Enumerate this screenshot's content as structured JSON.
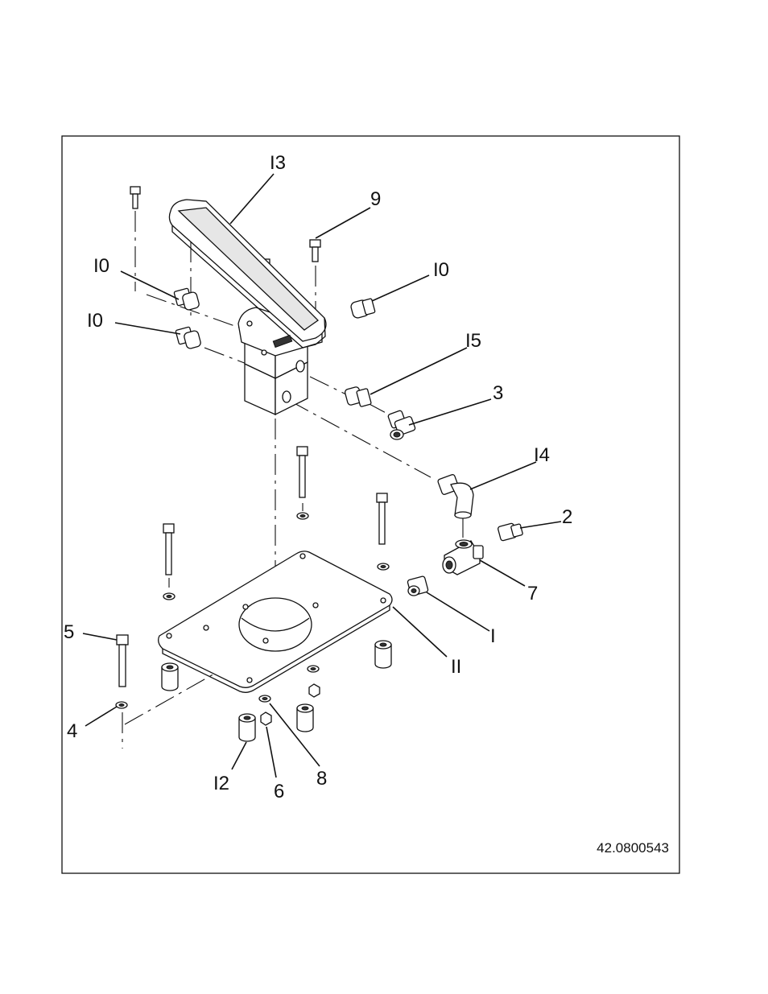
{
  "diagram": {
    "drawing_number": "42.0800543",
    "callouts": [
      {
        "id": "c13",
        "label": "I3"
      },
      {
        "id": "c9",
        "label": "9"
      },
      {
        "id": "c10a",
        "label": "I0"
      },
      {
        "id": "c10b",
        "label": "I0"
      },
      {
        "id": "c10c",
        "label": "I0"
      },
      {
        "id": "c15",
        "label": "I5"
      },
      {
        "id": "c3",
        "label": "3"
      },
      {
        "id": "c14",
        "label": "I4"
      },
      {
        "id": "c2",
        "label": "2"
      },
      {
        "id": "c7",
        "label": "7"
      },
      {
        "id": "c1",
        "label": "I"
      },
      {
        "id": "c5",
        "label": "5"
      },
      {
        "id": "c11",
        "label": "II"
      },
      {
        "id": "c4",
        "label": "4"
      },
      {
        "id": "c12",
        "label": "I2"
      },
      {
        "id": "c6",
        "label": "6"
      },
      {
        "id": "c8",
        "label": "8"
      }
    ]
  },
  "colors": {
    "line": "#111111",
    "background": "#ffffff",
    "shade": "#e6e6e6"
  }
}
